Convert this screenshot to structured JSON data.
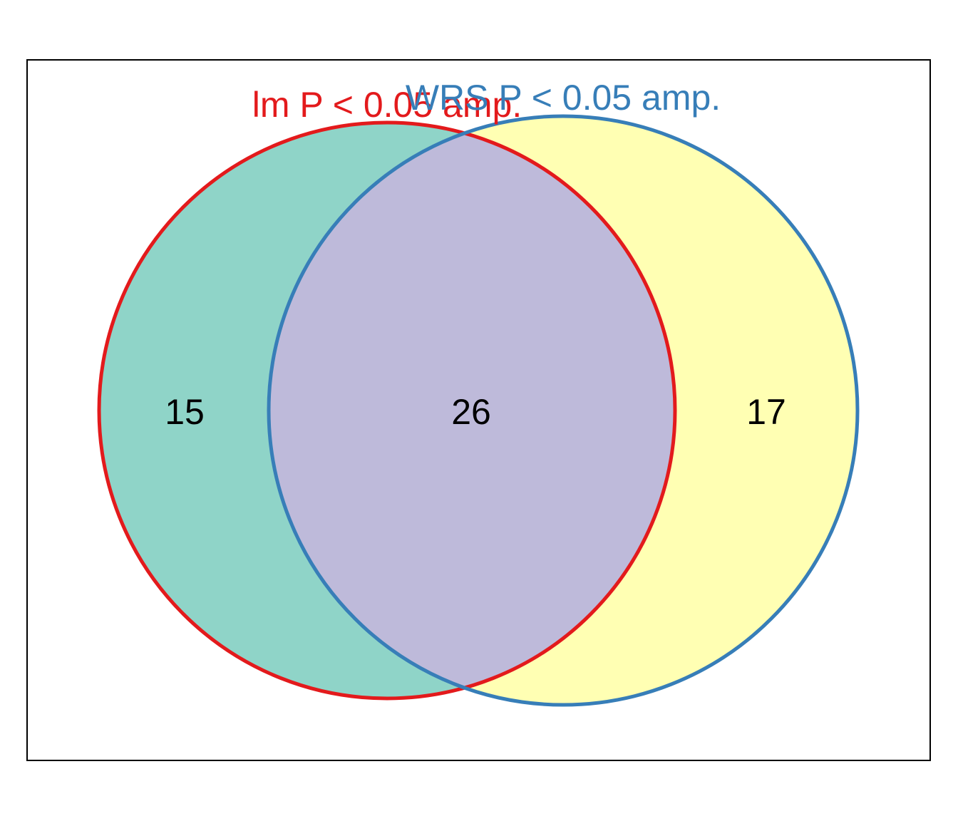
{
  "chart_data": {
    "type": "venn",
    "sets": [
      {
        "label": "lm P < 0.05 amp.",
        "fill_color": "#8fd4c8",
        "outline_color": "#e31a1c",
        "label_color": "#e31a1c"
      },
      {
        "label": "WRS P < 0.05 amp.",
        "fill_color": "#ffffb3",
        "outline_color": "#377eb8",
        "label_color": "#377eb8"
      }
    ],
    "regions": {
      "only_first": 15,
      "intersection": 26,
      "only_second": 17
    },
    "intersection_color": "#bebada",
    "frame_color": "#000000"
  }
}
